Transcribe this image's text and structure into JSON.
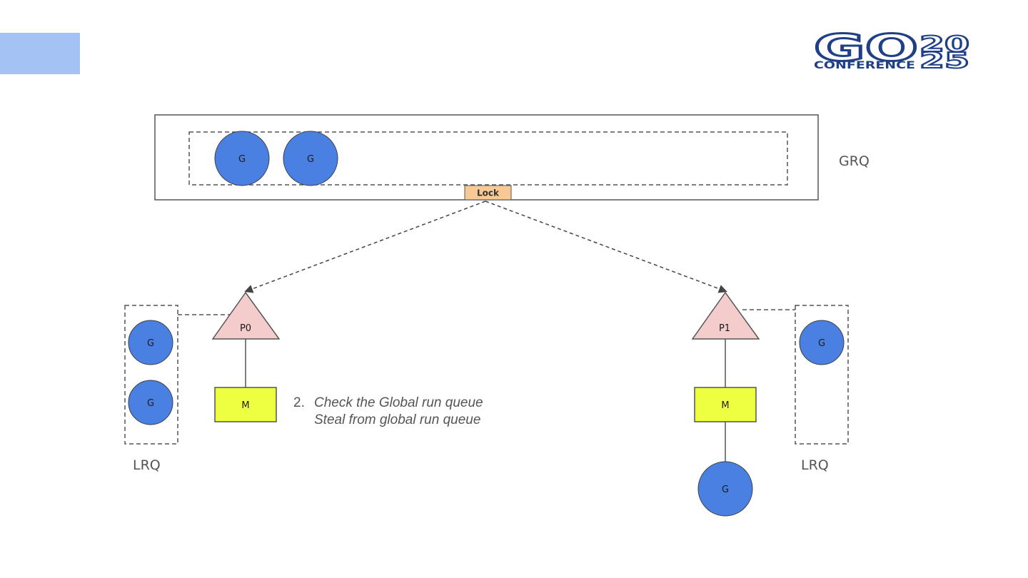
{
  "colors": {
    "g_fill": "#4a80e2",
    "p_fill": "#f4cccc",
    "m_fill": "#eeff41",
    "lock_fill": "#f9c995",
    "corner_accent": "#a4c2f4",
    "logo": "#1f3f86",
    "stroke": "#555555"
  },
  "logo": {
    "word": "GO",
    "subtitle": "CONFERENCE",
    "year_top": "20",
    "year_bottom": "25"
  },
  "grq": {
    "label": "GRQ",
    "goroutines": [
      "G",
      "G"
    ],
    "lock_label": "Lock"
  },
  "left": {
    "processor": "P0",
    "machine": "M",
    "lrq_label": "LRQ",
    "lrq_goroutines": [
      "G",
      "G"
    ]
  },
  "right": {
    "processor": "P1",
    "machine": "M",
    "lrq_label": "LRQ",
    "lrq_goroutines": [
      "G"
    ],
    "running_goroutine": "G"
  },
  "note": {
    "number": "2.",
    "line1": "Check the Global run queue",
    "line2": "Steal from global run queue"
  }
}
